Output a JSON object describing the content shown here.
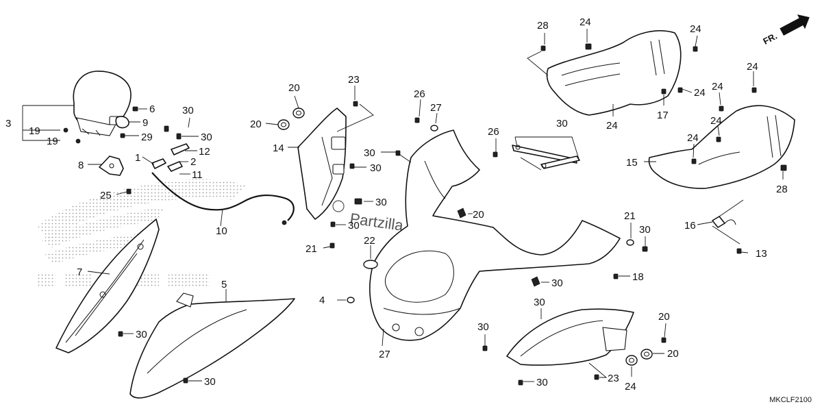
{
  "diagram_code": "MKCLF2100",
  "direction_label": "FR.",
  "watermark": {
    "copyright_symbol": "©",
    "text": "Partzilla.com"
  },
  "callouts": [
    {
      "id": "c-3",
      "label": "3"
    },
    {
      "id": "c-19a",
      "label": "19"
    },
    {
      "id": "c-19b",
      "label": "19"
    },
    {
      "id": "c-6",
      "label": "6"
    },
    {
      "id": "c-9",
      "label": "9"
    },
    {
      "id": "c-29",
      "label": "29"
    },
    {
      "id": "c-8",
      "label": "8"
    },
    {
      "id": "c-25",
      "label": "25"
    },
    {
      "id": "c-1",
      "label": "1"
    },
    {
      "id": "c-2",
      "label": "2"
    },
    {
      "id": "c-11",
      "label": "11"
    },
    {
      "id": "c-12",
      "label": "12"
    },
    {
      "id": "c-30-a",
      "label": "30"
    },
    {
      "id": "c-30-b",
      "label": "30"
    },
    {
      "id": "c-10",
      "label": "10"
    },
    {
      "id": "c-7",
      "label": "7"
    },
    {
      "id": "c-30-c",
      "label": "30"
    },
    {
      "id": "c-5",
      "label": "5"
    },
    {
      "id": "c-30-d",
      "label": "30"
    },
    {
      "id": "c-20-a",
      "label": "20"
    },
    {
      "id": "c-20-b",
      "label": "20"
    },
    {
      "id": "c-14",
      "label": "14"
    },
    {
      "id": "c-23-a",
      "label": "23"
    },
    {
      "id": "c-30-e",
      "label": "30"
    },
    {
      "id": "c-30-f",
      "label": "30"
    },
    {
      "id": "c-30-g",
      "label": "30"
    },
    {
      "id": "c-30-h",
      "label": "30"
    },
    {
      "id": "c-21-a",
      "label": "21"
    },
    {
      "id": "c-26-a",
      "label": "26"
    },
    {
      "id": "c-27-a",
      "label": "27"
    },
    {
      "id": "c-20-c",
      "label": "20"
    },
    {
      "id": "c-22",
      "label": "22"
    },
    {
      "id": "c-4",
      "label": "4"
    },
    {
      "id": "c-27-b",
      "label": "27"
    },
    {
      "id": "c-30-i",
      "label": "30"
    },
    {
      "id": "c-18",
      "label": "18"
    },
    {
      "id": "c-30-j",
      "label": "30"
    },
    {
      "id": "c-26-b",
      "label": "26"
    },
    {
      "id": "c-21-b",
      "label": "21"
    },
    {
      "id": "c-30-k",
      "label": "30"
    },
    {
      "id": "c-13",
      "label": "13"
    },
    {
      "id": "c-30-l",
      "label": "30"
    },
    {
      "id": "c-30-m",
      "label": "30"
    },
    {
      "id": "c-30-n",
      "label": "30"
    },
    {
      "id": "c-23-b",
      "label": "23"
    },
    {
      "id": "c-20-d",
      "label": "20"
    },
    {
      "id": "c-20-e",
      "label": "20"
    },
    {
      "id": "c-24-a",
      "label": "24"
    },
    {
      "id": "c-28-a",
      "label": "28"
    },
    {
      "id": "c-24-b",
      "label": "24"
    },
    {
      "id": "c-24-c",
      "label": "24"
    },
    {
      "id": "c-24-d",
      "label": "24"
    },
    {
      "id": "c-17",
      "label": "17"
    },
    {
      "id": "c-24-e",
      "label": "24"
    },
    {
      "id": "c-24-f",
      "label": "24"
    },
    {
      "id": "c-24-g",
      "label": "24"
    },
    {
      "id": "c-24-h",
      "label": "24"
    },
    {
      "id": "c-24-i",
      "label": "24"
    },
    {
      "id": "c-15",
      "label": "15"
    },
    {
      "id": "c-28-b",
      "label": "28"
    },
    {
      "id": "c-16",
      "label": "16"
    },
    {
      "id": "c-30-o",
      "label": "30"
    }
  ]
}
